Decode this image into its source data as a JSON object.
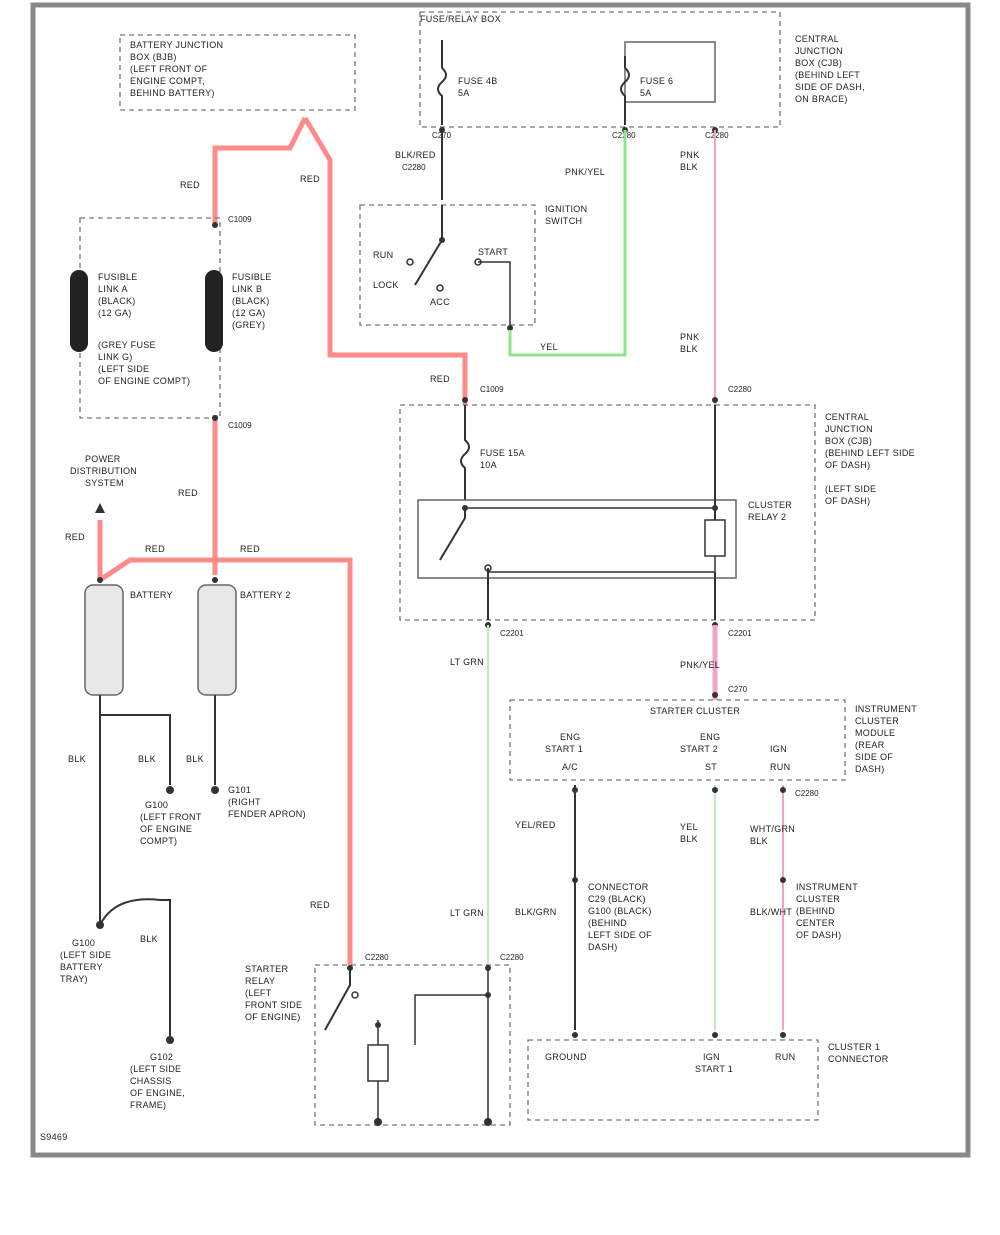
{
  "colors": {
    "red_wire": "#ff8a8a",
    "pink_wire": "#f3a3c8",
    "green_wire": "#8fe38f",
    "light_green_wire": "#b8f0b8",
    "frame": "#888888"
  },
  "labels": {
    "battery_junction": [
      "BATTERY JUNCTION",
      "BOX (BJB)",
      "(LEFT FRONT OF",
      "ENGINE COMPT,",
      "BEHIND BATTERY)"
    ],
    "fuse_relay_box": "FUSE/RELAY BOX",
    "fuse_a": [
      "FUSE 4B",
      "5A"
    ],
    "fuse_b": [
      "FUSE 6",
      "5A"
    ],
    "fuse_c": [
      "FUSE 15A",
      "10A"
    ],
    "central_junction_top": [
      "CENTRAL",
      "JUNCTION",
      "BOX (CJB)",
      "(BEHIND LEFT",
      "SIDE OF DASH,",
      "ON BRACE)"
    ],
    "ignition_switch": [
      "IGNITION",
      "SWITCH"
    ],
    "ign_positions": [
      "RUN",
      "LOCK",
      "ACC",
      "START"
    ],
    "central_junction_mid": [
      "CENTRAL",
      "JUNCTION",
      "BOX (CJB)",
      "(BEHIND LEFT SIDE",
      "OF DASH)",
      "(LEFT SIDE",
      "OF DASH)"
    ],
    "cluster_relay": [
      "CLUSTER",
      "RELAY 2"
    ],
    "fusible_links": [
      "FUSIBLE",
      "LINK A",
      "(BLACK)",
      "(12 GA)",
      "(GREY FUSE",
      "LINK G)",
      "(LEFT SIDE",
      "OF ENGINE COMPT)"
    ],
    "fusible_link_b": [
      "FUSIBLE",
      "LINK B",
      "(BLACK)",
      "(12 GA)",
      "(GREY)"
    ],
    "power_dist": [
      "POWER",
      "DISTRIBUTION",
      "SYSTEM"
    ],
    "battery_1": "BATTERY",
    "battery_2": "BATTERY 2",
    "gnd_right": [
      "G100",
      "(LEFT FRONT",
      "OF ENGINE",
      "COMPT)"
    ],
    "gnd_mid": [
      "G101",
      "(RIGHT",
      "FENDER APRON)"
    ],
    "gnd_bottom_left": [
      "G100",
      "(LEFT SIDE",
      "BATTERY",
      "TRAY)"
    ],
    "gnd_bottom": [
      "G102",
      "(LEFT SIDE",
      "CHASSIS",
      "OF ENGINE,",
      "FRAME)"
    ],
    "starter_relay": [
      "STARTER",
      "RELAY",
      "(LEFT",
      "FRONT SIDE",
      "OF ENGINE)"
    ],
    "starter_cluster": "STARTER CLUSTER",
    "cluster_module": [
      "INSTRUMENT",
      "CLUSTER",
      "MODULE",
      "(REAR",
      "SIDE OF",
      "DASH)"
    ],
    "cluster_pins": [
      [
        "ENG",
        "START 1",
        "A/C"
      ],
      [
        "ENG",
        "START 2",
        "ST"
      ],
      [
        "IGN",
        "RUN"
      ]
    ],
    "connector_block": [
      "CONNECTOR",
      "C29 (BLACK)",
      "G100 (BLACK)",
      "(BEHIND",
      "LEFT SIDE OF",
      "DASH)"
    ],
    "connector_block_2": [
      "INSTRUMENT",
      "CLUSTER",
      "(BEHIND",
      "CENTER",
      "OF DASH)"
    ],
    "bottom_pins": [
      "GROUND",
      "IGN",
      "START 1",
      "RUN"
    ],
    "bottom_right": [
      "CLUSTER 1",
      "CONNECTOR"
    ],
    "code": "S9469"
  },
  "wire_labels": [
    "RED",
    "RED",
    "RED",
    "RED",
    "RED",
    "RED",
    "RED",
    "BLK/RED",
    "YEL",
    "PNK/YEL",
    "BLK",
    "BLK",
    "BLK/GRN",
    "BLK",
    "BLK/WHT",
    "PNK",
    "WHT/GRN",
    "LT GRN",
    "YEL/RED",
    "YEL",
    "BLK/WHT",
    "BLK"
  ],
  "connectors": [
    "C270",
    "C2280",
    "C2280",
    "C1009",
    "C1009",
    "C2280",
    "C1009",
    "C2280",
    "C2201",
    "C270",
    "C2280",
    "C2280",
    "C2280",
    "C270"
  ]
}
